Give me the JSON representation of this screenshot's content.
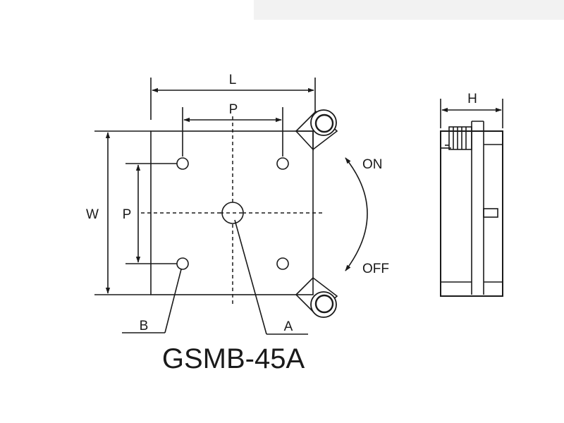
{
  "labels": {
    "length": "L",
    "pitch_top": "P",
    "width": "W",
    "pitch_side": "P",
    "height": "H",
    "on": "ON",
    "off": "OFF",
    "hole_a": "A",
    "hole_b": "B"
  },
  "model": "GSMB-45A"
}
